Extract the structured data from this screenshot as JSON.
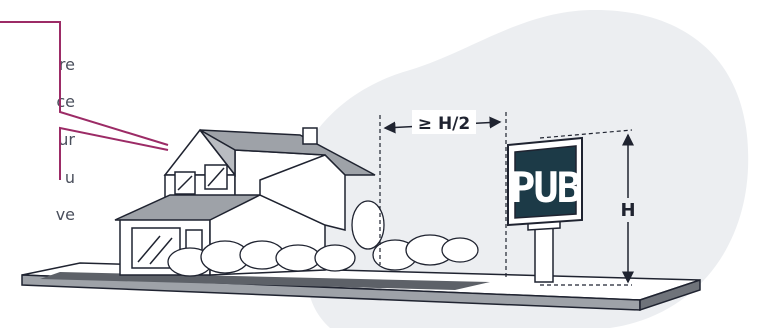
{
  "callout": {
    "lines": [
      "re",
      "ce",
      "ur",
      "u",
      "ve"
    ]
  },
  "sign": {
    "text": "PUB"
  },
  "dimensions": {
    "distance_label": "≥ H/2",
    "height_label": "H"
  },
  "colors": {
    "blob": "#eceef1",
    "callout_line": "#9c2b66",
    "sign_panel": "#1c3a47",
    "outline": "#1f2330"
  }
}
